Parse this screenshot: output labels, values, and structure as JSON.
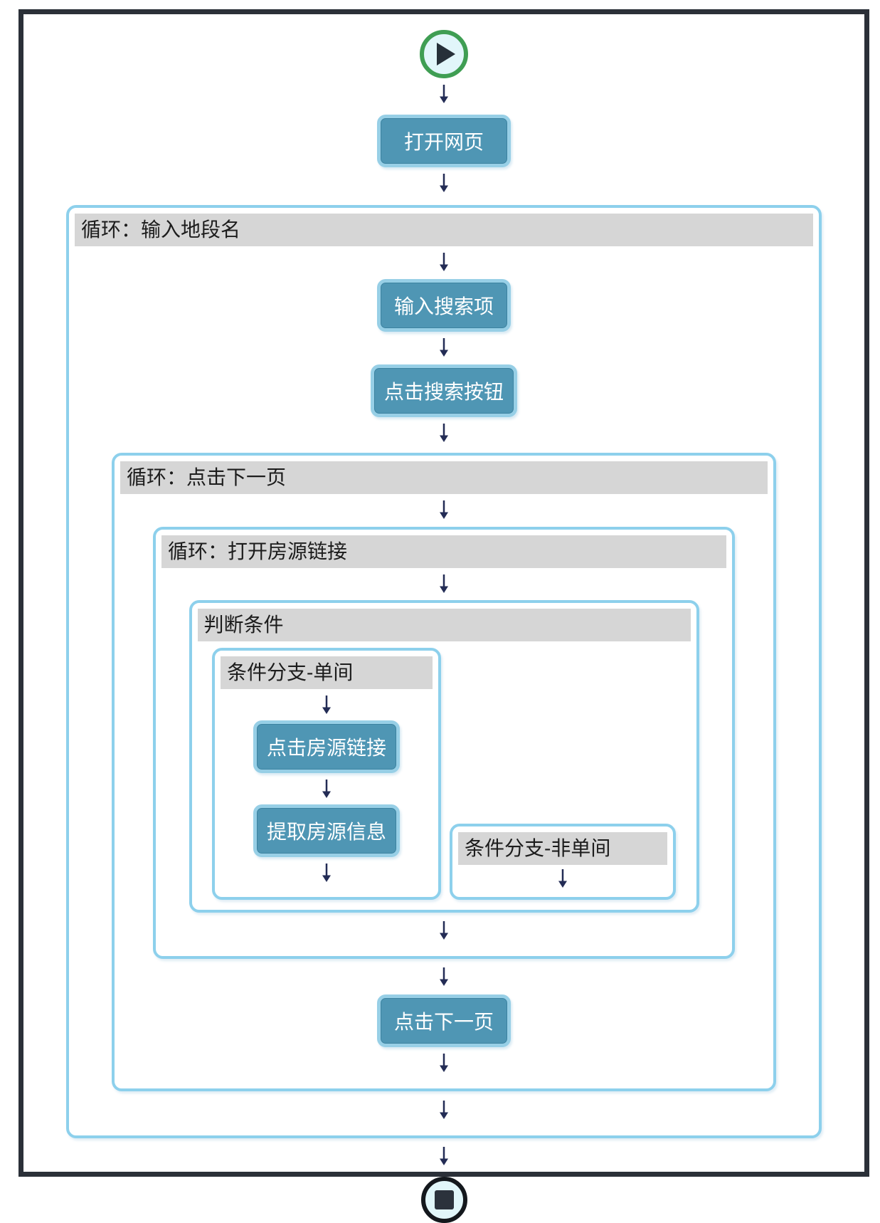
{
  "diagram": {
    "nodes": {
      "open_page": "打开网页",
      "input_search": "输入搜索项",
      "click_search": "点击搜索按钮",
      "click_listing": "点击房源链接",
      "extract_info": "提取房源信息",
      "click_next_page": "点击下一页"
    },
    "containers": {
      "loop_input_location": "循环：输入地段名",
      "loop_click_next": "循环：点击下一页",
      "loop_open_listing": "循环：打开房源链接",
      "condition": "判断条件",
      "branch_single": "条件分支-单间",
      "branch_non_single": "条件分支-非单间"
    },
    "icons": {
      "start": "play-icon",
      "end": "stop-icon",
      "connector": "down-arrow-icon"
    },
    "colors": {
      "node_fill": "#4f96b4",
      "node_border": "#97cfe6",
      "container_border": "#8dd0ec",
      "header_bg": "#d6d6d6",
      "start_ring": "#3f9e53",
      "end_ring": "#14181d",
      "terminal_fill": "#e1f6fa",
      "arrow": "#232c55",
      "frame_border": "#2b3038",
      "text_dark": "#1c1c1c",
      "text_light": "#ffffff"
    }
  }
}
